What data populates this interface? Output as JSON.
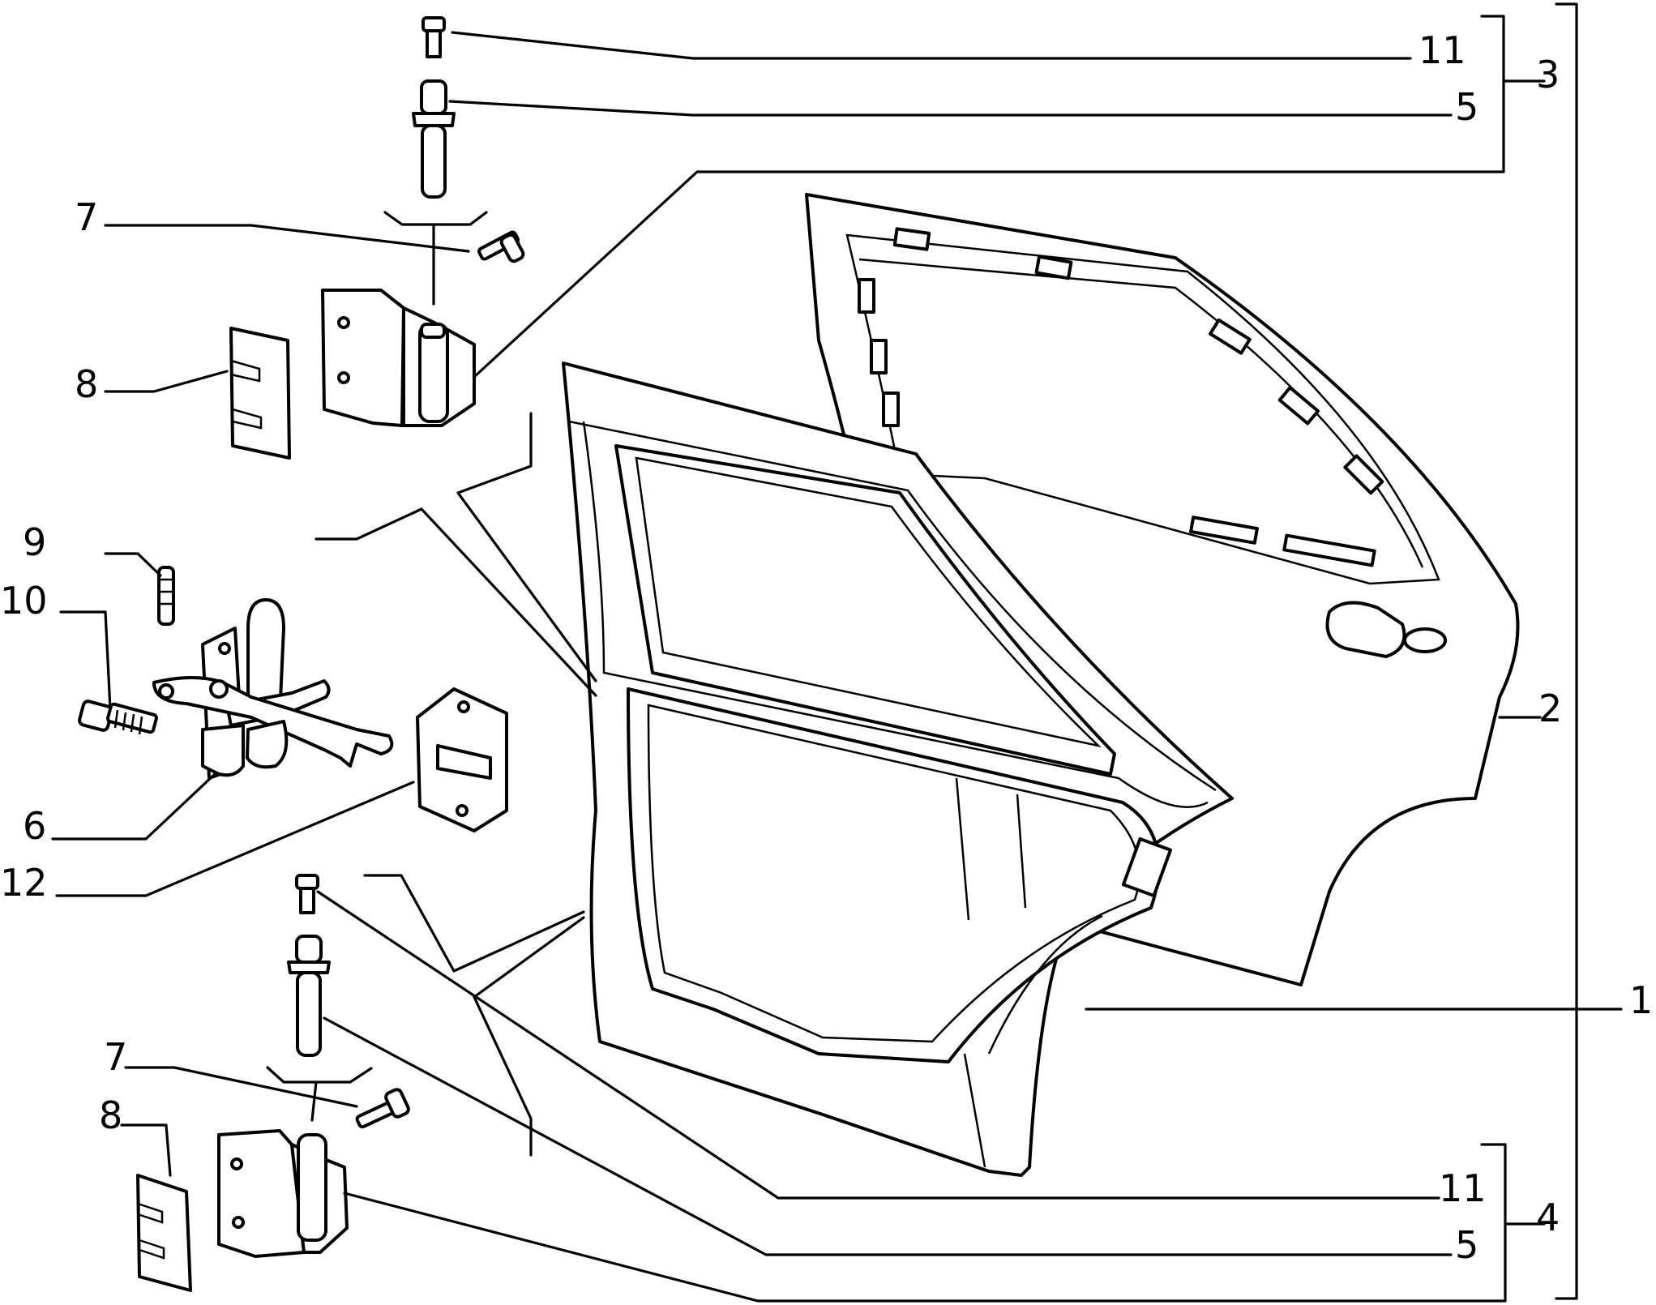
{
  "callouts": [
    {
      "id": "c11-top",
      "text": "11"
    },
    {
      "id": "c5-top",
      "text": "5"
    },
    {
      "id": "c3",
      "text": "3"
    },
    {
      "id": "c7-top",
      "text": "7"
    },
    {
      "id": "c8-top",
      "text": "8"
    },
    {
      "id": "c9",
      "text": "9"
    },
    {
      "id": "c10",
      "text": "10"
    },
    {
      "id": "c6",
      "text": "6"
    },
    {
      "id": "c12",
      "text": "12"
    },
    {
      "id": "c2",
      "text": "2"
    },
    {
      "id": "c1",
      "text": "1"
    },
    {
      "id": "c7-bot",
      "text": "7"
    },
    {
      "id": "c8-bot",
      "text": "8"
    },
    {
      "id": "c11-bot",
      "text": "11"
    },
    {
      "id": "c5-bot",
      "text": "5"
    },
    {
      "id": "c4",
      "text": "4"
    }
  ]
}
